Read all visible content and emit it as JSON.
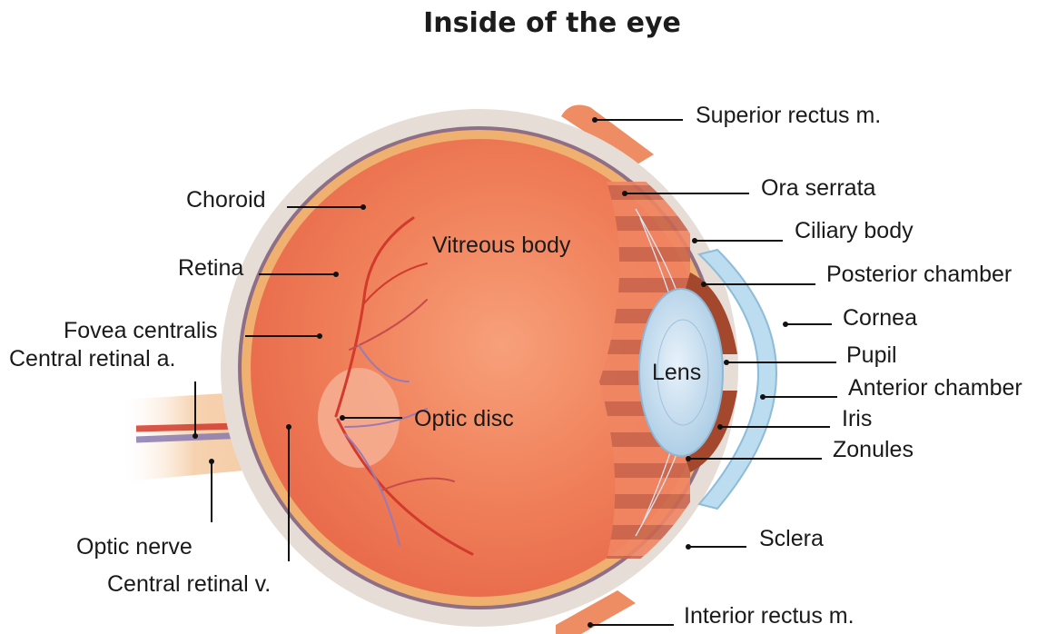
{
  "title": "Inside of the eye",
  "labels": {
    "superior_rectus": "Superior rectus m.",
    "ora_serrata": "Ora serrata",
    "ciliary_body": "Ciliary body",
    "posterior_chamber": "Posterior chamber",
    "cornea": "Cornea",
    "pupil": "Pupil",
    "anterior_chamber": "Anterior chamber",
    "iris": "Iris",
    "zonules": "Zonules",
    "sclera": "Sclera",
    "interior_rectus": "Interior rectus m.",
    "choroid": "Choroid",
    "retina": "Retina",
    "fovea_centralis": "Fovea centralis",
    "central_retinal_a": "Central retinal a.",
    "optic_disc": "Optic disc",
    "optic_nerve": "Optic nerve",
    "central_retinal_v": "Central retinal v.",
    "vitreous_body": "Vitreous body",
    "lens": "Lens"
  },
  "colors": {
    "sclera": "#e6ddd6",
    "choroid": "#8f6f86",
    "retina": "#f0b070",
    "vitreous": "#ee7350",
    "lens": "#cfe3f1",
    "cornea": "#bcdcef",
    "iris": "#a3482c",
    "vessel_artery": "#d23a2c",
    "vessel_vein": "#8a7ab0"
  }
}
